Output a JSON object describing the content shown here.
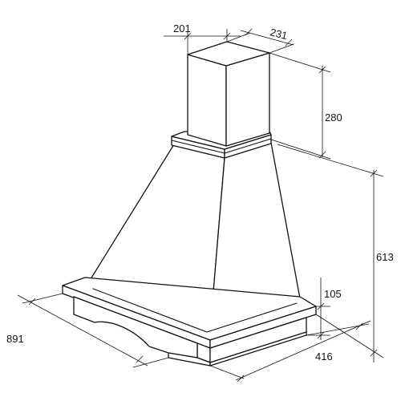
{
  "dimensions": {
    "chimney_width": "201",
    "chimney_depth": "231",
    "chimney_height": "280",
    "hood_height": "613",
    "base_height": "105",
    "total_width": "891",
    "total_depth": "416"
  },
  "colors": {
    "line": "#111111",
    "background": "#ffffff"
  }
}
